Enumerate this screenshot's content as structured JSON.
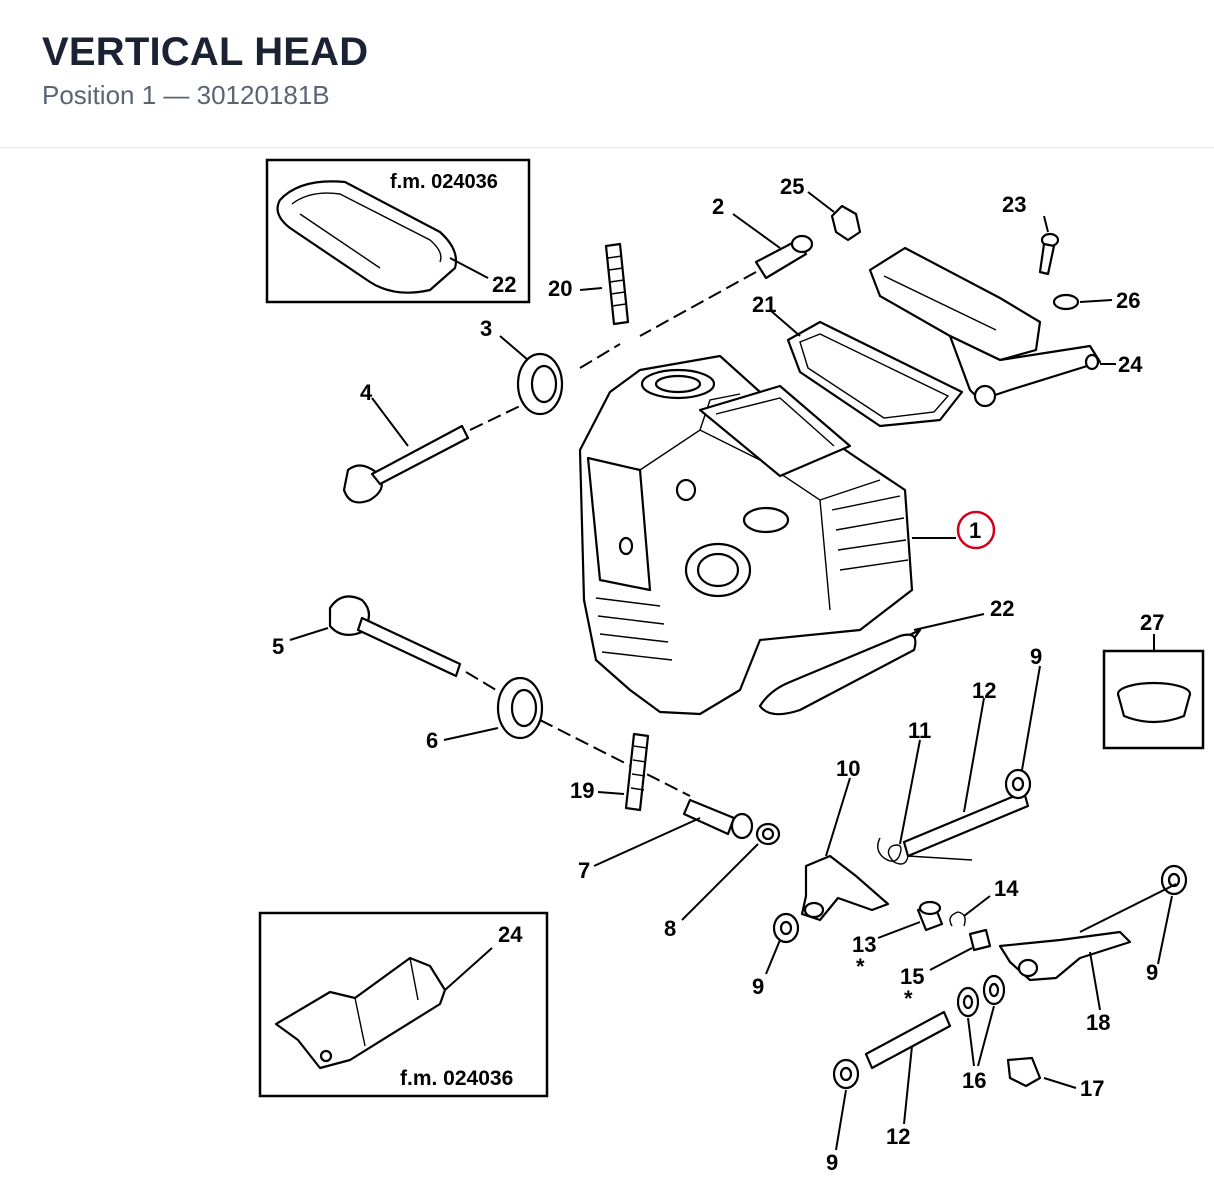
{
  "header": {
    "title": "VERTICAL HEAD",
    "subtitle": "Position 1 — 30120181B"
  },
  "callouts": {
    "c1": "1",
    "c2": "2",
    "c3": "3",
    "c4": "4",
    "c5": "5",
    "c6": "6",
    "c7": "7",
    "c8": "8",
    "c9a": "9",
    "c9b": "9",
    "c9c": "9",
    "c9d": "9",
    "c10": "10",
    "c11": "11",
    "c12a": "12",
    "c12b": "12",
    "c13": "13",
    "c14": "14",
    "c15": "15",
    "c16": "16",
    "c17": "17",
    "c18": "18",
    "c19": "19",
    "c20": "20",
    "c21": "21",
    "c22a": "22",
    "c22b": "22",
    "c23": "23",
    "c24a": "24",
    "c24b": "24",
    "c25": "25",
    "c26": "26",
    "c27": "27",
    "star13": "*",
    "star15": "*"
  },
  "insets": {
    "top_left_fm": "f.m. 024036",
    "bottom_left_fm": "f.m. 024036"
  },
  "highlight_color": "#d0021b"
}
